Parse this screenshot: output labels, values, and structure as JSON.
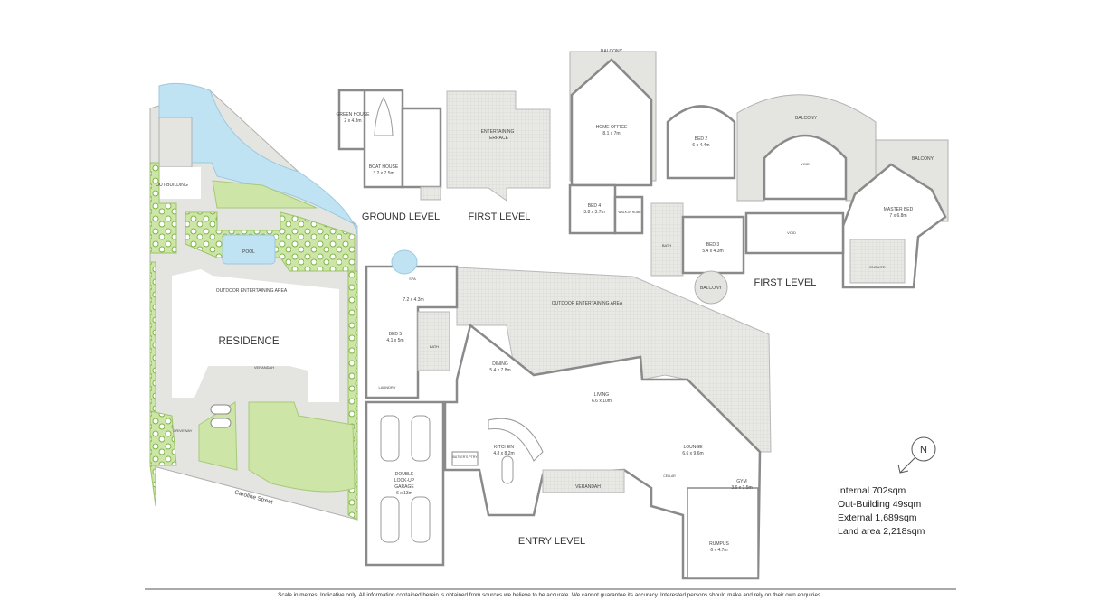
{
  "site": {
    "out_building": "OUT-BUILDING",
    "pool": "POOL",
    "outdoor_area": "OUTDOOR ENTERTAINING AREA",
    "residence": "RESIDENCE",
    "verandah": "VERANDAH",
    "driveway": "DRIVEWAY",
    "street": "Caroline Street"
  },
  "boathouse": {
    "green_house": "GREEN HOUSE",
    "green_house_size": "2 x 4.3m",
    "boat_house": "BOAT HOUSE",
    "boat_house_size": "3.2 x 7.5m",
    "level": "GROUND LEVEL",
    "terrace_line1": "ENTERTAINING",
    "terrace_line2": "TERRACE",
    "terrace_level": "FIRST LEVEL"
  },
  "first_level": {
    "balcony": "BALCONY",
    "home_office": "HOME OFFICE",
    "home_office_size": "8.1 x 7m",
    "bed2": "BED 2",
    "bed2_size": "6 x 4.4m",
    "void": "VOID",
    "master_bed": "MASTER BED",
    "master_bed_size": "7 x 6.8m",
    "bed4": "BED 4",
    "bed4_size": "3.8 x 3.7m",
    "walk_in_robe": "WALK-IN ROBE",
    "bath": "BATH",
    "bed3": "BED 3",
    "bed3_size": "5.4 x 4.3m",
    "ensuite": "ENSUITE",
    "level": "FIRST LEVEL"
  },
  "entry_level": {
    "spa": "SPA",
    "spa_size": "7.2 x 4.3m",
    "outdoor_area": "OUTDOOR ENTERTAINING AREA",
    "bed5": "BED 5",
    "bed5_size": "4.1 x 5m",
    "bath": "BATH",
    "laundry": "LAUNDRY",
    "dining": "DINING",
    "dining_size": "5.4 x 7.8m",
    "living": "LIVING",
    "living_size": "6.6 x 10m",
    "kitchen": "KITCHEN",
    "kitchen_size": "4.8 x 8.2m",
    "butlers": "BUTLER'S PTRY",
    "garage_line1": "DOUBLE",
    "garage_line2": "LOCK-UP",
    "garage_line3": "GARAGE",
    "garage_size": "6 x 13m",
    "verandah": "VERANDAH",
    "lounge": "LOUNGE",
    "lounge_size": "6.6 x 9.6m",
    "gym": "GYM",
    "gym_size": "3.6 x 3.5m",
    "cellar": "CELLAR",
    "rumpus": "RUMPUS",
    "rumpus_size": "6 x 4.7m",
    "level": "ENTRY LEVEL"
  },
  "areas": {
    "internal": "Internal 702sqm",
    "out_building": "Out-Building 49sqm",
    "external": "External 1,689sqm",
    "land": "Land area 2,218sqm"
  },
  "compass": {
    "letter": "N"
  },
  "footer": "Scale in metres. Indicative only. All information contained herein is obtained from sources we believe to be accurate. We cannot guarantee its accuracy. Interested persons should make and rely on their own enquiries.",
  "colors": {
    "water": "#bfe3f3",
    "lawn": "#cde5a6",
    "paving": "#e4e5e1",
    "walls": "#8a8a8a"
  }
}
